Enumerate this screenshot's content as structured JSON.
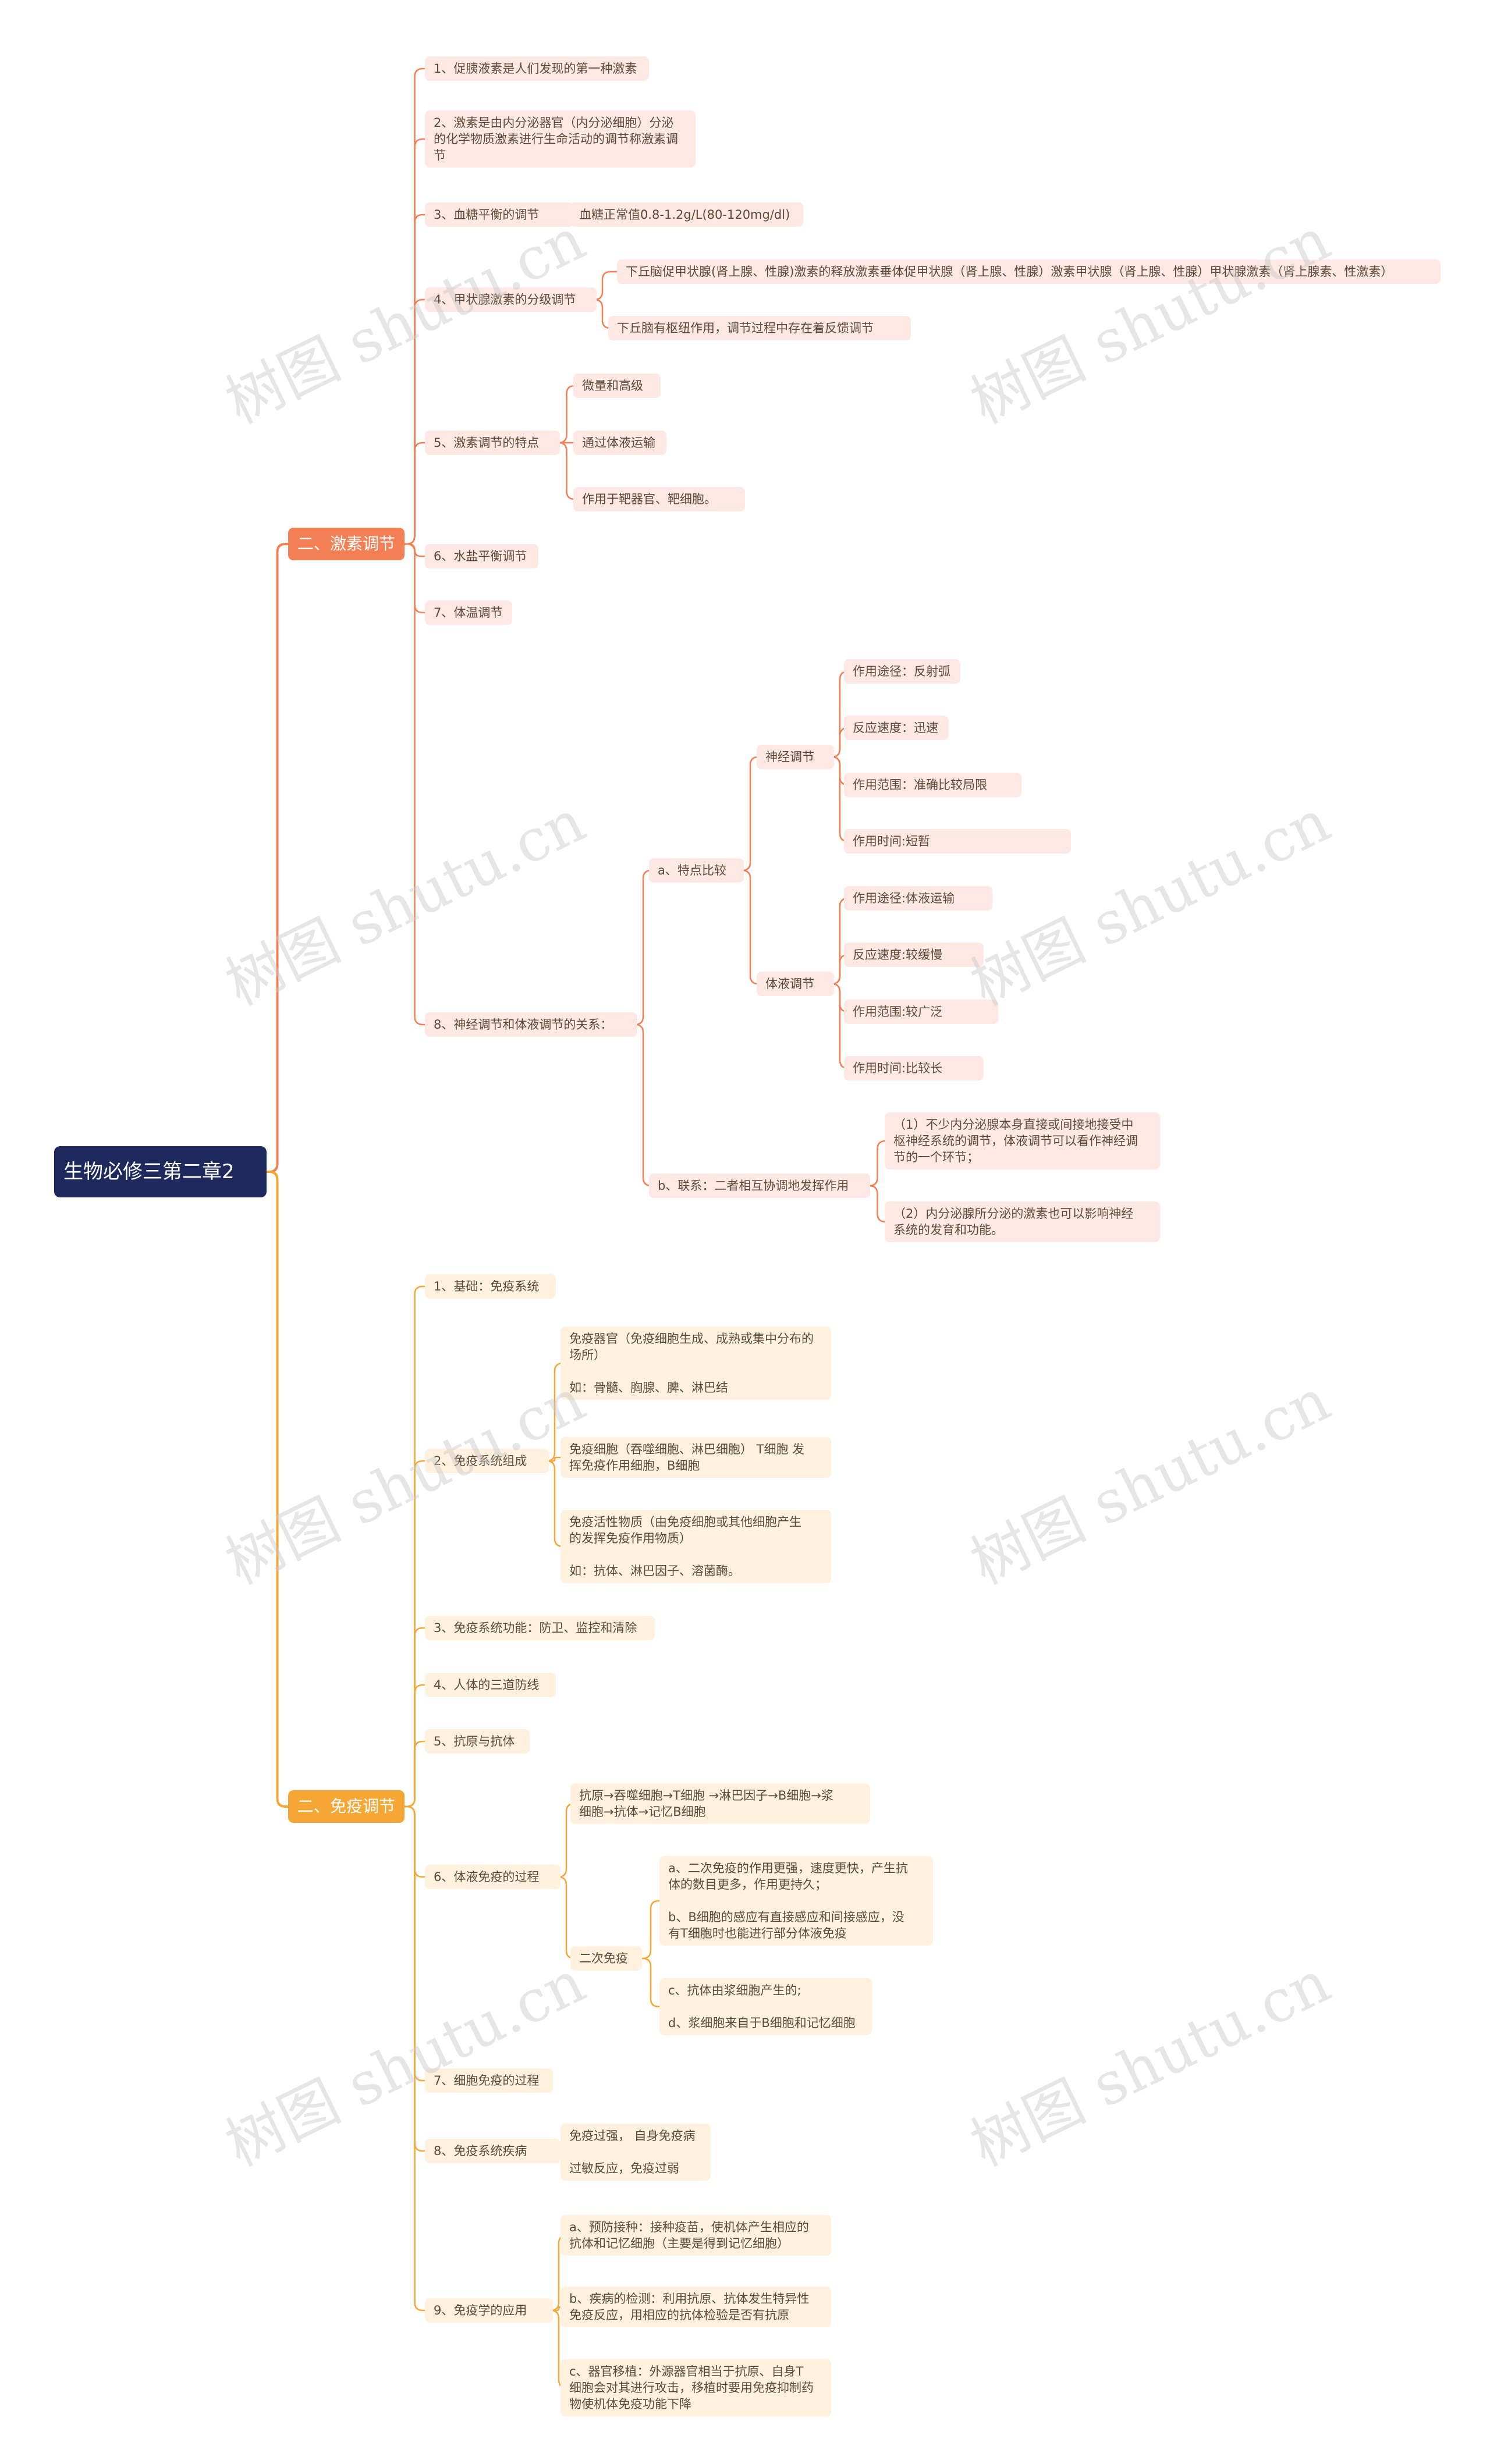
{
  "root": "生物必修三第二章2",
  "colors": {
    "branch_0": "#f47f55",
    "branch_1": "#f6a635",
    "root": "#1e2a5e"
  },
  "watermark": "树图 shutu.cn",
  "branches": [
    {
      "label": "二、激素调节",
      "children": [
        {
          "label": "1、促胰液素是人们发现的第一种激素"
        },
        {
          "label": "2、激素是由内分泌器官（内分泌细胞）分泌\n的化学物质激素进行生命活动的调节称激素调\n节"
        },
        {
          "label": "3、血糖平衡的调节",
          "children": [
            {
              "label": "血糖正常值0.8-1.2g/L(80-120mg/dl)"
            }
          ]
        },
        {
          "label": "4、甲状腺激素的分级调节",
          "children": [
            {
              "label": "下丘脑促甲状腺(肾上腺、性腺)激素的释放激素垂体促甲状腺（肾上腺、性腺）激素甲状腺（肾上腺、性腺）甲状腺激素（肾上腺素、性激素）"
            },
            {
              "label": "下丘脑有枢纽作用，调节过程中存在着反馈调节"
            }
          ]
        },
        {
          "label": "5、激素调节的特点",
          "children": [
            {
              "label": "微量和高级"
            },
            {
              "label": "通过体液运输"
            },
            {
              "label": "作用于靶器官、靶细胞。"
            }
          ]
        },
        {
          "label": "6、水盐平衡调节"
        },
        {
          "label": "7、体温调节"
        },
        {
          "label": "8、神经调节和体液调节的关系：",
          "children": [
            {
              "label": "a、特点比较",
              "children": [
                {
                  "label": "神经调节",
                  "children": [
                    {
                      "label": "作用途径：反射弧"
                    },
                    {
                      "label": "反应速度：迅速"
                    },
                    {
                      "label": "作用范围：准确比较局限"
                    },
                    {
                      "label": "作用时间:短暂"
                    }
                  ]
                },
                {
                  "label": "体液调节",
                  "children": [
                    {
                      "label": "作用途径:体液运输"
                    },
                    {
                      "label": "反应速度:较缓慢"
                    },
                    {
                      "label": "作用范围:较广泛"
                    },
                    {
                      "label": "作用时间:比较长"
                    }
                  ]
                }
              ]
            },
            {
              "label": "b、联系：二者相互协调地发挥作用",
              "children": [
                {
                  "label": "（1）不少内分泌腺本身直接或间接地接受中\n枢神经系统的调节，体液调节可以看作神经调\n节的一个环节；"
                },
                {
                  "label": "（2）内分泌腺所分泌的激素也可以影响神经\n系统的发育和功能。"
                }
              ]
            }
          ]
        }
      ]
    },
    {
      "label": "二、免疫调节",
      "children": [
        {
          "label": "1、基础：免疫系统"
        },
        {
          "label": "2、免疫系统组成",
          "children": [
            {
              "label": "免疫器官（免疫细胞生成、成熟或集中分布的\n场所）\n\n如：骨髓、胸腺、脾、淋巴结"
            },
            {
              "label": "免疫细胞（吞噬细胞、淋巴细胞） T细胞 发\n挥免疫作用细胞，B细胞"
            },
            {
              "label": "免疫活性物质（由免疫细胞或其他细胞产生\n的发挥免疫作用物质）\n\n如：抗体、淋巴因子、溶菌酶。"
            }
          ]
        },
        {
          "label": "3、免疫系统功能：防卫、监控和清除"
        },
        {
          "label": "4、人体的三道防线"
        },
        {
          "label": "5、抗原与抗体"
        },
        {
          "label": "6、体液免疫的过程",
          "children": [
            {
              "label": "抗原→吞噬细胞→T细胞 →淋巴因子→B细胞→浆\n细胞→抗体→记忆B细胞"
            },
            {
              "label": "二次免疫",
              "children": [
                {
                  "label": "a、二次免疫的作用更强，速度更快，产生抗\n体的数目更多，作用更持久；\n\nb、B细胞的感应有直接感应和间接感应，没\n有T细胞时也能进行部分体液免疫"
                },
                {
                  "label": "c、抗体由浆细胞产生的;\n\nd、浆细胞来自于B细胞和记忆细胞"
                }
              ]
            }
          ]
        },
        {
          "label": "7、细胞免疫的过程"
        },
        {
          "label": "8、免疫系统疾病",
          "children": [
            {
              "label": "免疫过强， 自身免疫病\n\n过敏反应，免疫过弱"
            }
          ]
        },
        {
          "label": "9、免疫学的应用",
          "children": [
            {
              "label": "a、预防接种：接种疫苗，使机体产生相应的\n抗体和记忆细胞（主要是得到记忆细胞）"
            },
            {
              "label": "b、疾病的检测：利用抗原、抗体发生特异性\n免疫反应，用相应的抗体检验是否有抗原"
            },
            {
              "label": "c、器官移植：外源器官相当于抗原、自身T\n细胞会对其进行攻击，移植时要用免疫抑制药\n物使机体免疫功能下降"
            }
          ]
        }
      ]
    }
  ]
}
